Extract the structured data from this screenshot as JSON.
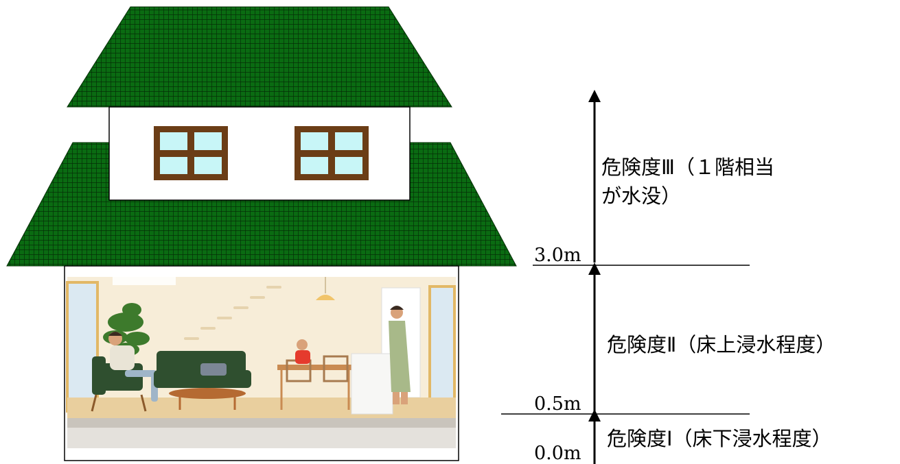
{
  "colors": {
    "roof": "#0a6b12",
    "roof_grid": "#052e06",
    "window_frame": "#6b3d16",
    "window_glass": "#c8f6f7",
    "room_wall": "#f7edd8",
    "room_floor": "#e9cf9e"
  },
  "scale": {
    "levels": [
      {
        "id": "l0",
        "label": "0.0m",
        "value_m": 0.0
      },
      {
        "id": "l1",
        "label": "0.5m",
        "value_m": 0.5
      },
      {
        "id": "l2",
        "label": "3.0m",
        "value_m": 3.0
      }
    ],
    "zones": [
      {
        "id": "z1",
        "lines": [
          "危険度Ⅰ（床下浸水程度）"
        ]
      },
      {
        "id": "z2",
        "lines": [
          "危険度Ⅱ（床上浸水程度）"
        ]
      },
      {
        "id": "z3",
        "lines": [
          "危険度Ⅲ（１階相当",
          "が水没）"
        ]
      }
    ]
  },
  "house": {
    "windows": [
      "left-window",
      "right-window"
    ],
    "room": "living-room-illustration"
  }
}
